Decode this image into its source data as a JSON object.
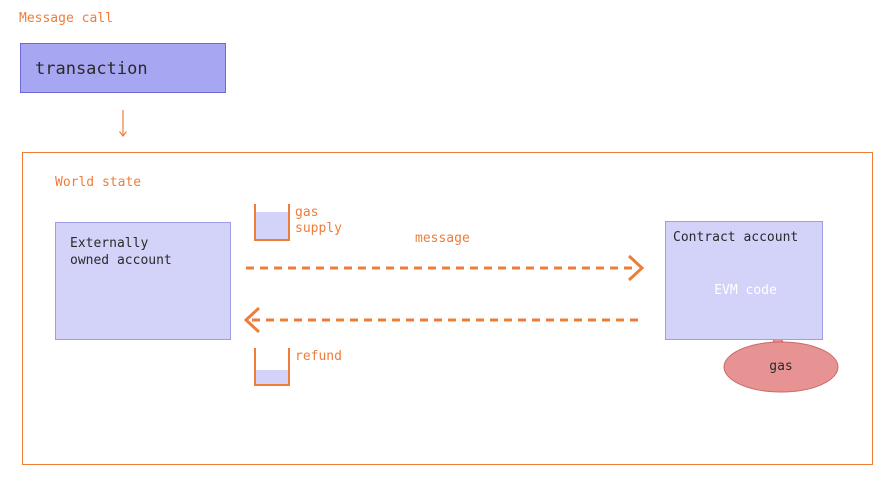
{
  "title": "Message call",
  "transaction": {
    "label": "transaction"
  },
  "world_state": {
    "label": "World state"
  },
  "externally_owned_account": {
    "label": "Externally\nowned account"
  },
  "contract_account": {
    "label": "Contract account",
    "code_label": "EVM code",
    "gas_label": "gas"
  },
  "gas_supply": {
    "label": "gas\nsupply"
  },
  "message": {
    "label": "message"
  },
  "refund": {
    "label": "refund"
  },
  "colors": {
    "accent": "#ee7d3a",
    "account_fill": "#d3d2f8",
    "transaction_fill": "#a7a6f2",
    "evm_code_fill": "#7473e6",
    "gas_fill": "#e89393"
  }
}
